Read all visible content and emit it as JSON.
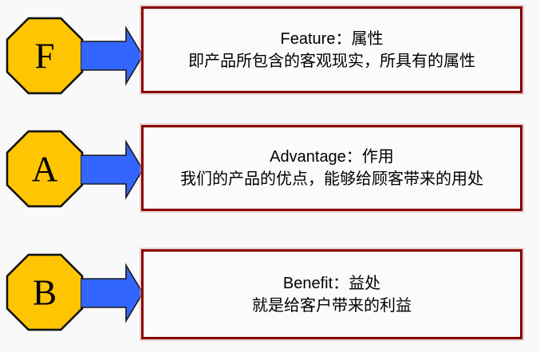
{
  "colors": {
    "background": "#f9f9f9",
    "octagon_fill": "#FFC503",
    "octagon_stroke": "#111111",
    "arrow_fill": "#3366FF",
    "arrow_stroke": "#1a1a1a",
    "box_border": "#8B0000",
    "text_color": "#000000"
  },
  "rows": [
    {
      "letter": "F",
      "title": "Feature：属性",
      "description": "即产品所包含的客观现实，所具有的属性"
    },
    {
      "letter": "A",
      "title": "Advantage：作用",
      "description": "我们的产品的优点，能够给顾客带来的用处"
    },
    {
      "letter": "B",
      "title": "Benefit：益处",
      "description": "就是给客户带来的利益"
    }
  ]
}
